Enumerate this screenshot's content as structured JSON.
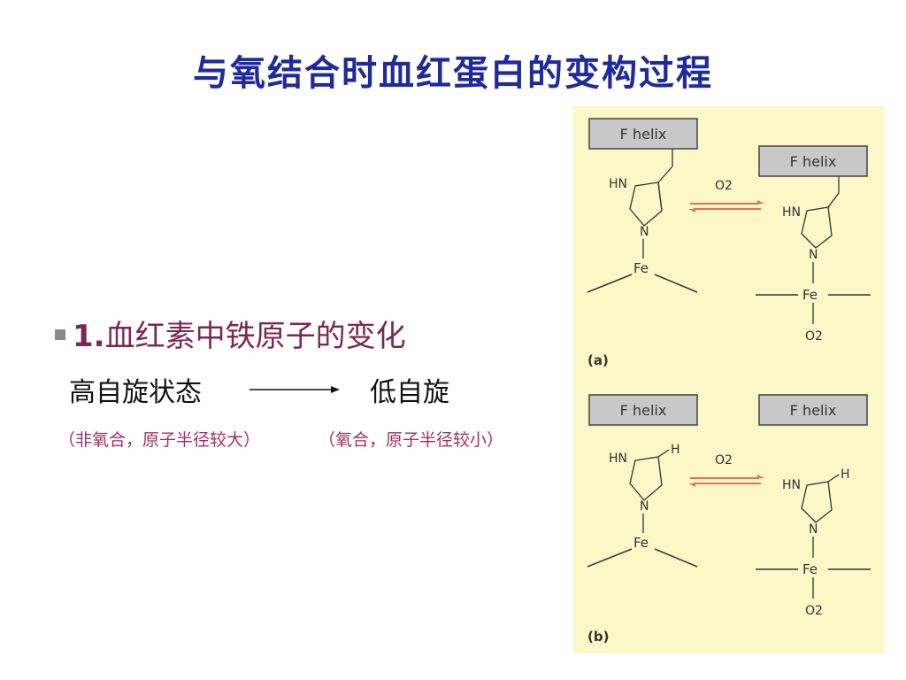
{
  "slide": {
    "title": "与氧结合时血红蛋白的变构过程",
    "bullet": {
      "number": "1.",
      "heading": "血红素中铁原子的变化"
    },
    "state_from": "高自旋状态",
    "state_to": "低自旋",
    "note_from": "（非氧合，原子半径较大）",
    "note_to": "（氧合，原子半径较小）"
  },
  "figure": {
    "panels": [
      {
        "label": "(a)",
        "left": {
          "helix": "F helix",
          "hn": "HN",
          "n": "N",
          "fe": "Fe"
        },
        "right": {
          "helix": "F helix",
          "hn": "HN",
          "n": "N",
          "fe": "Fe",
          "o2": "O2"
        },
        "arrow_label": "O2"
      },
      {
        "label": "(b)",
        "left": {
          "helix": "F helix",
          "hn": "HN",
          "h": "H",
          "n": "N",
          "fe": "Fe"
        },
        "right": {
          "helix": "F helix",
          "hn": "HN",
          "h": "H",
          "n": "N",
          "fe": "Fe",
          "o2": "O2"
        },
        "arrow_label": "O2"
      }
    ]
  },
  "colors": {
    "title": "#1f2a9c",
    "bullet_text": "#7a2855",
    "note_text": "#a0306a",
    "figure_bg": "#fcf7c6",
    "helix_box": "#c8c8c8",
    "equilibrium_arrow": "#e07060"
  }
}
